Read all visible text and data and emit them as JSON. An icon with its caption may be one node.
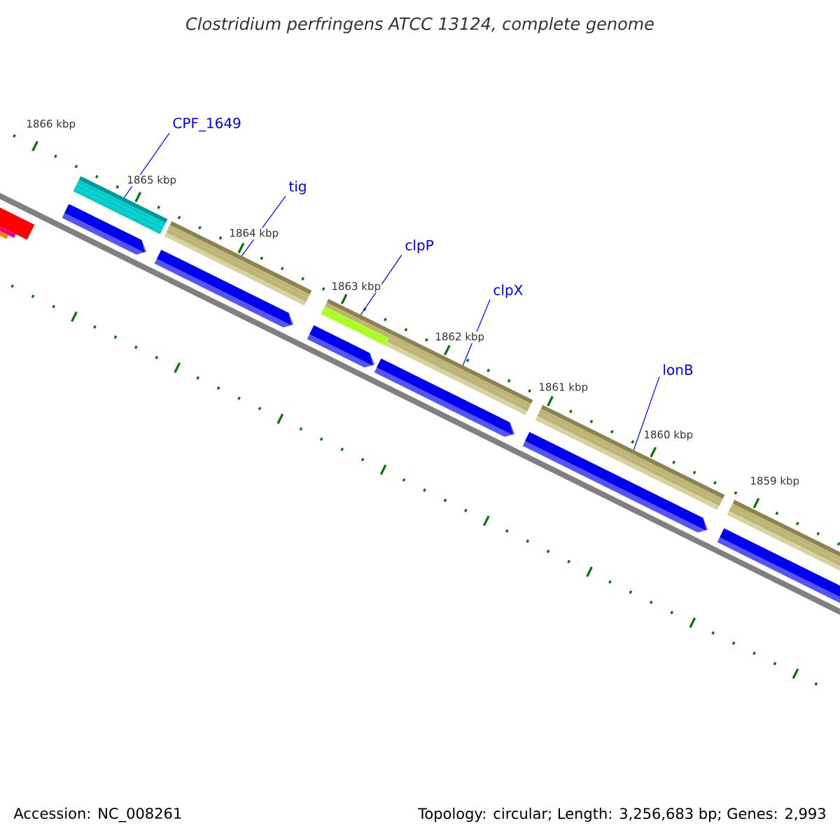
{
  "diagram": {
    "title": "Clostridium perfringens ATCC 13124, complete genome",
    "nodes": [
      {
        "text": [
          "CPF_1649"
        ]
      },
      {
        "text": [
          "tig"
        ]
      },
      {
        "text": [
          "clpP"
        ]
      },
      {
        "text": [
          "clpX"
        ]
      },
      {
        "text": [
          "lonB"
        ]
      },
      {
        "text": [],
        "shape": "arrow"
      },
      {
        "text": [],
        "shape": "bar"
      },
      {
        "text": [],
        "shape": "arrow"
      },
      {
        "text": [],
        "shape": "bar"
      },
      {
        "text": [],
        "shape": "arrow"
      },
      {
        "text": [],
        "shape": "bar"
      },
      {
        "text": [],
        "shape": "arrow"
      },
      {
        "text": [],
        "shape": "bar"
      },
      {
        "text": [],
        "shape": "arrow"
      },
      {
        "text": [],
        "shape": "bar"
      },
      {
        "text": [],
        "shape": "arrow"
      },
      {
        "text": [],
        "shape": "bar"
      }
    ],
    "edges": [
      {
        "from": 0,
        "to": 6,
        "arrow": "none"
      },
      {
        "from": 1,
        "to": 8,
        "arrow": "none"
      },
      {
        "from": 2,
        "to": 10,
        "arrow": "none"
      },
      {
        "from": 3,
        "to": 12,
        "arrow": "none"
      },
      {
        "from": 4,
        "to": 14,
        "arrow": "none"
      }
    ],
    "labels": [
      "1866 kbp",
      "1865 kbp",
      "1864 kbp",
      "1863 kbp",
      "1862 kbp",
      "1861 kbp",
      "1860 kbp",
      "1859 kbp",
      "Accession: NC_008261",
      "Topology: circular; Length: 3,256,683 bp; Genes: 2,993"
    ]
  }
}
